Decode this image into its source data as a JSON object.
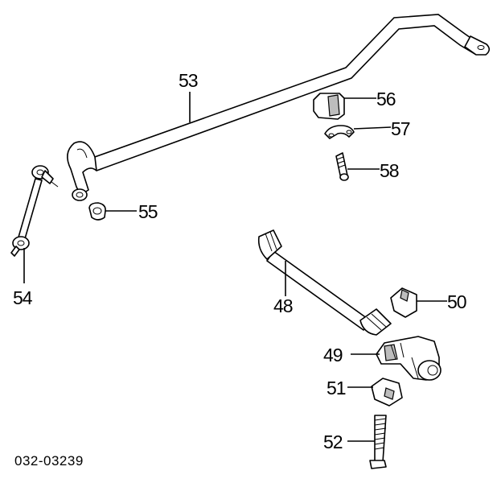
{
  "diagram_code": "032-03239",
  "callouts": [
    {
      "id": "c53",
      "label": "53"
    },
    {
      "id": "c56",
      "label": "56"
    },
    {
      "id": "c57",
      "label": "57"
    },
    {
      "id": "c58",
      "label": "58"
    },
    {
      "id": "c55",
      "label": "55"
    },
    {
      "id": "c54",
      "label": "54"
    },
    {
      "id": "c48",
      "label": "48"
    },
    {
      "id": "c50",
      "label": "50"
    },
    {
      "id": "c49",
      "label": "49"
    },
    {
      "id": "c51",
      "label": "51"
    },
    {
      "id": "c52",
      "label": "52"
    }
  ],
  "colors": {
    "line": "#000000",
    "background": "#ffffff",
    "shade": "#bdbdbd"
  }
}
